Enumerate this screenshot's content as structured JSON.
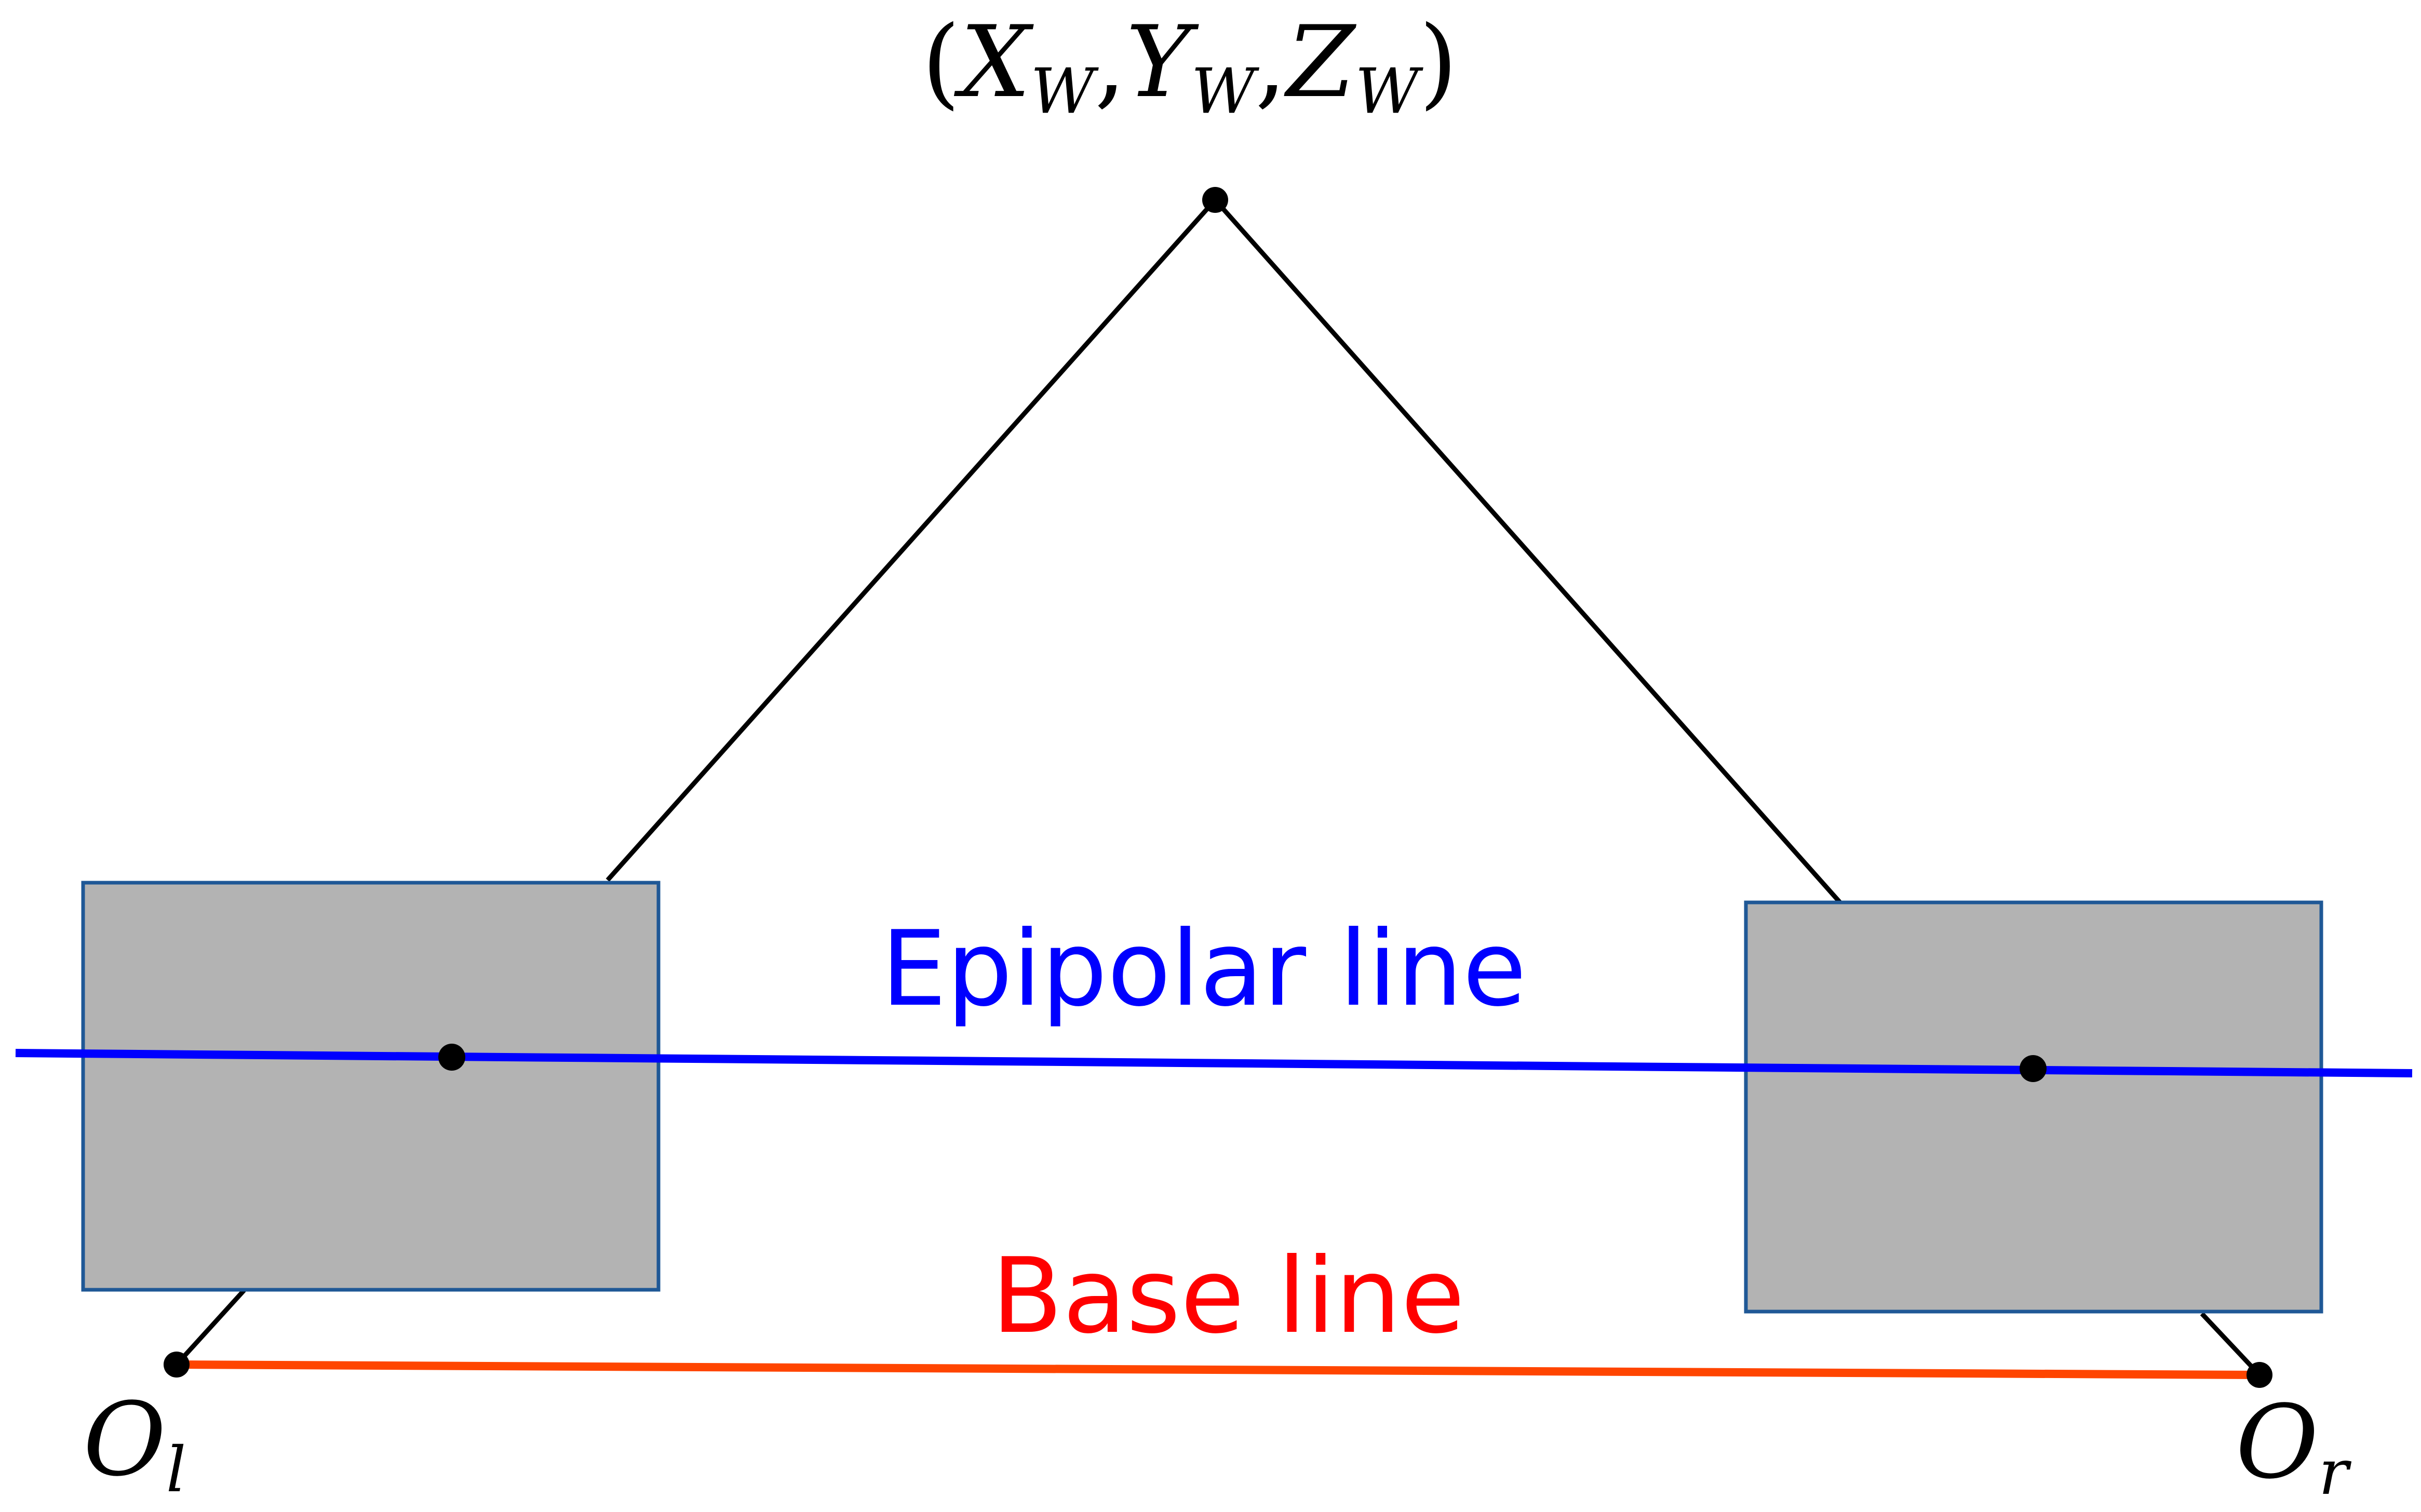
{
  "world_point": {
    "label_open": "(",
    "X": "X",
    "X_sub": "W",
    "comma1": ",",
    "Y": "Y",
    "Y_sub": "W",
    "comma2": ",",
    "Z": "Z",
    "Z_sub": "W",
    "label_close": ")"
  },
  "left_camera": {
    "center_label": "O",
    "center_sub": "l"
  },
  "right_camera": {
    "center_label": "O",
    "center_sub": "r"
  },
  "epipolar_line": {
    "label": "Epipolar line",
    "color": "#0000ff"
  },
  "base_line": {
    "label": "Base line",
    "color": "#ff0000",
    "stroke_color": "#ff4500"
  },
  "colors": {
    "image_plane_fill": "#b3b3b3",
    "image_plane_stroke": "#1f5896",
    "ray": "#000000",
    "point": "#000000"
  }
}
